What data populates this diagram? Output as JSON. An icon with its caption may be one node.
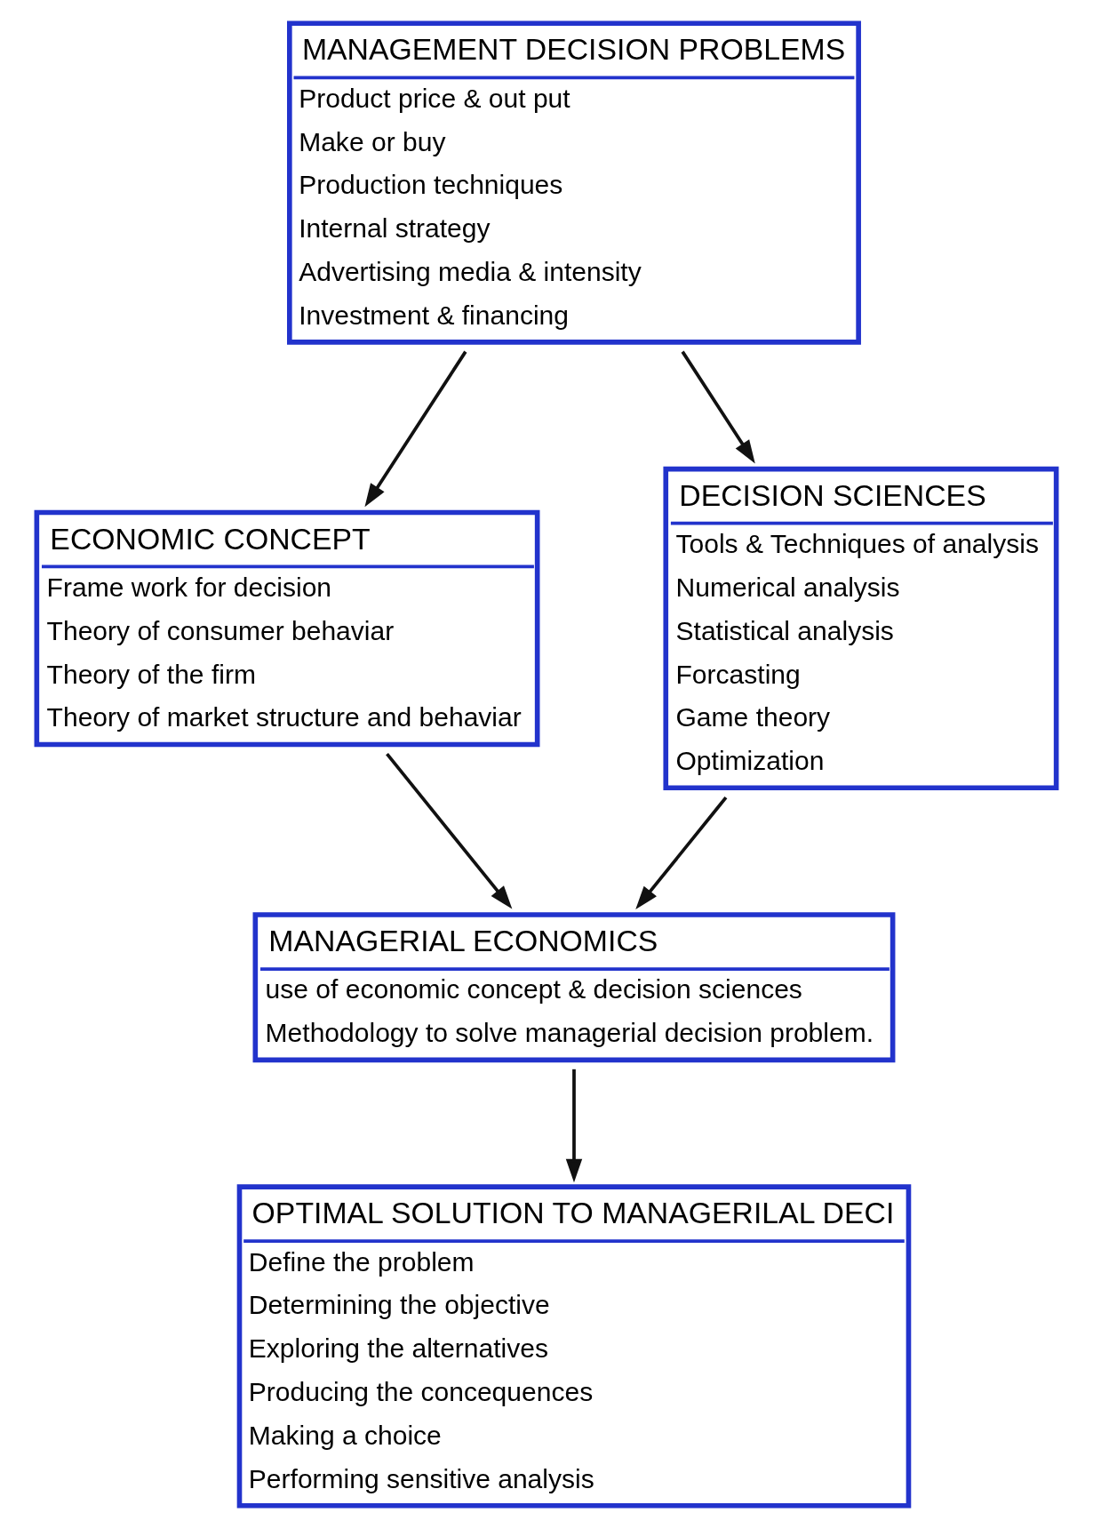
{
  "diagram": {
    "nodes": [
      {
        "text": [
          "MANAGEMENT DECISION PROBLEMS",
          "Product price & out put",
          "Make or buy",
          "Production techniques",
          "Internal strategy",
          "Advertising media & intensity",
          "Investment & financing"
        ]
      },
      {
        "text": [
          "ECONOMIC CONCEPT",
          "Frame work for decision",
          "Theory of consumer behaviar",
          "Theory of the firm",
          "Theory of market structure and behaviar"
        ]
      },
      {
        "text": [
          "DECISION SCIENCES",
          "Tools & Techniques of analysis",
          "Numerical analysis",
          "Statistical analysis",
          "Forcasting",
          "Game theory",
          "Optimization"
        ]
      },
      {
        "text": [
          "MANAGERIAL ECONOMICS",
          "use of economic concept & decision sciences",
          "Methodology to solve managerial decision problem."
        ]
      },
      {
        "text": [
          "OPTIMAL SOLUTION TO MANAGERILAL DECI",
          "Define the problem",
          "Determining the objective",
          "Exploring the alternatives",
          "Producing the concequences",
          "Making a choice",
          "Performing sensitive analysis"
        ]
      }
    ],
    "edges": [
      {
        "from": 0,
        "to": 1,
        "arrow": "to"
      },
      {
        "from": 0,
        "to": 2,
        "arrow": "to"
      },
      {
        "from": 1,
        "to": 3,
        "arrow": "to"
      },
      {
        "from": 2,
        "to": 3,
        "arrow": "to"
      },
      {
        "from": 3,
        "to": 4,
        "arrow": "to"
      }
    ]
  }
}
